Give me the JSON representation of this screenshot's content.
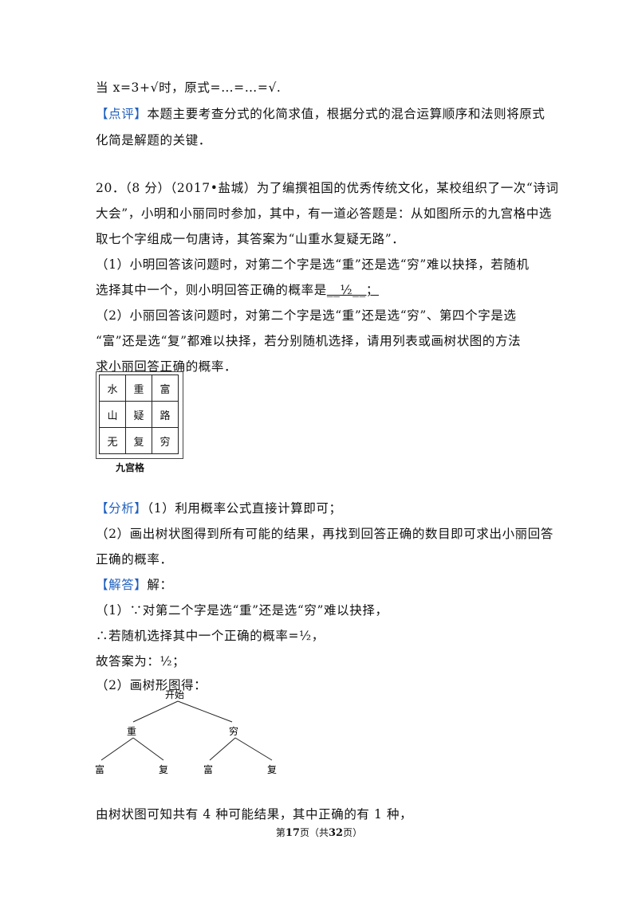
{
  "lines": {
    "l1": "当 x=3+√时，原式=…=…=√.",
    "dianping_tag": "【点评】",
    "dianping_1": "本题主要考查分式的化简求值，根据分式的混合运算顺序和法则将原式",
    "dianping_2": "化简是解题的关键．",
    "q20_1": "20．（8 分）（2017•盐城）为了编撰祖国的优秀传统文化，某校组织了一次“诗词",
    "q20_2": "大会”，小明和小丽同时参加，其中，有一道必答题是：从如图所示的九宫格中选",
    "q20_3": "取七个字组成一句唐诗，其答案为“山重水复疑无路”．",
    "q20_4": "（1）小明回答该问题时，对第二个字是选“重”还是选“穷”难以抉择，若随机",
    "q20_5a": "选择其中一个，则小明回答正确的概率是",
    "q20_5b": "__½__；",
    "q20_6": "（2）小丽回答该问题时，对第二个字是选“重”还是选“穷”、第四个字是选",
    "q20_7": "“富”还是选“复”都难以抉择，若分别随机选择，请用列表或画树状图的方法",
    "q20_8": "求小丽回答正确的概率．",
    "fenxi_tag": "【分析】",
    "fenxi_1": "（1）利用概率公式直接计算即可；",
    "fenxi_2": "（2）画出树状图得到所有可能的结果，再找到回答正确的数目即可求出小丽回答",
    "fenxi_3": "正确的概率．",
    "jieda_tag": "【解答】",
    "jieda_1": "解：",
    "jieda_2": "（1）∵对第二个字是选“重”还是选“穷”难以抉择，",
    "jieda_3": "∴若随机选择其中一个正确的概率=½，",
    "jieda_4": "故答案为：½；",
    "jieda_5": "（2）画树形图得：",
    "last": "由树状图可知共有 4 种可能结果，其中正确的有 1 种，"
  },
  "grid": {
    "rows": [
      [
        "水",
        "重",
        "富"
      ],
      [
        "山",
        "疑",
        "路"
      ],
      [
        "无",
        "复",
        "穷"
      ]
    ],
    "label": "九宫格"
  },
  "tree": {
    "root": "开始",
    "level1": [
      "重",
      "穷"
    ],
    "level2": [
      "富",
      "复",
      "富",
      "复"
    ]
  },
  "footer": {
    "pre": "第",
    "page": "17",
    "mid": "页（共",
    "total": "32",
    "post": "页）"
  }
}
